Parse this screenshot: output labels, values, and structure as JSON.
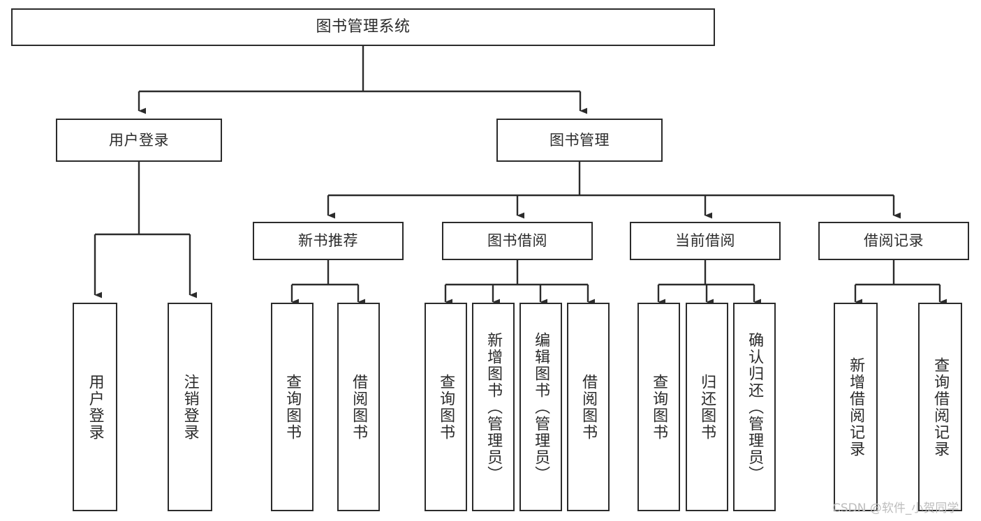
{
  "diagram": {
    "title": "图书管理系统",
    "type": "tree-hierarchy",
    "root": {
      "label": "图书管理系统"
    },
    "level2": [
      {
        "label": "用户登录"
      },
      {
        "label": "图书管理"
      }
    ],
    "level3": [
      {
        "label": "新书推荐"
      },
      {
        "label": "图书借阅"
      },
      {
        "label": "当前借阅"
      },
      {
        "label": "借阅记录"
      }
    ],
    "leaves": {
      "user_login": [
        {
          "label": "用户登录"
        },
        {
          "label": "注销登录"
        }
      ],
      "new_book_recommend": [
        {
          "label": "查询图书"
        },
        {
          "label": "借阅图书"
        }
      ],
      "book_borrow": [
        {
          "label": "查询图书"
        },
        {
          "label": "新增图书（管理员）"
        },
        {
          "label": "编辑图书（管理员）"
        },
        {
          "label": "借阅图书"
        }
      ],
      "current_borrow": [
        {
          "label": "查询图书"
        },
        {
          "label": "归还图书"
        },
        {
          "label": "确认归还（管理员）"
        }
      ],
      "borrow_record": [
        {
          "label": "新增借阅记录"
        },
        {
          "label": "查询借阅记录"
        }
      ]
    }
  },
  "watermark": {
    "text": "CSDN @软件_小贺同学"
  },
  "colors": {
    "background": "#ffffff",
    "stroke": "#2b2b2b",
    "text": "#2b2b2b",
    "watermark": "#bdbdbd"
  }
}
